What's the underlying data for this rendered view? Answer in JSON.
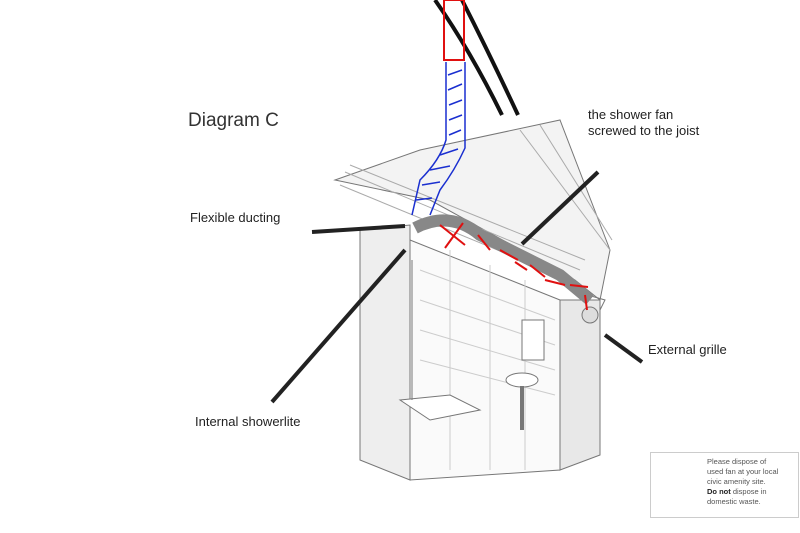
{
  "title": "Diagram C",
  "labels": {
    "flexible_ducting": "Flexible ducting",
    "fan_line1": "the shower fan",
    "fan_line2": "screwed to the joist",
    "external_grille": "External grille",
    "internal_showerlite": "Internal showerlite"
  },
  "disposal_notice": {
    "line1": "Please dispose of",
    "line2": "used fan at your local",
    "line3": "civic amenity site.",
    "bold": "Do not",
    "line4_rest": " dispose in",
    "line5": "domestic waste."
  },
  "colors": {
    "annotation_blue": "#1a2fd0",
    "annotation_red": "#e01010",
    "ink": "#111111"
  }
}
